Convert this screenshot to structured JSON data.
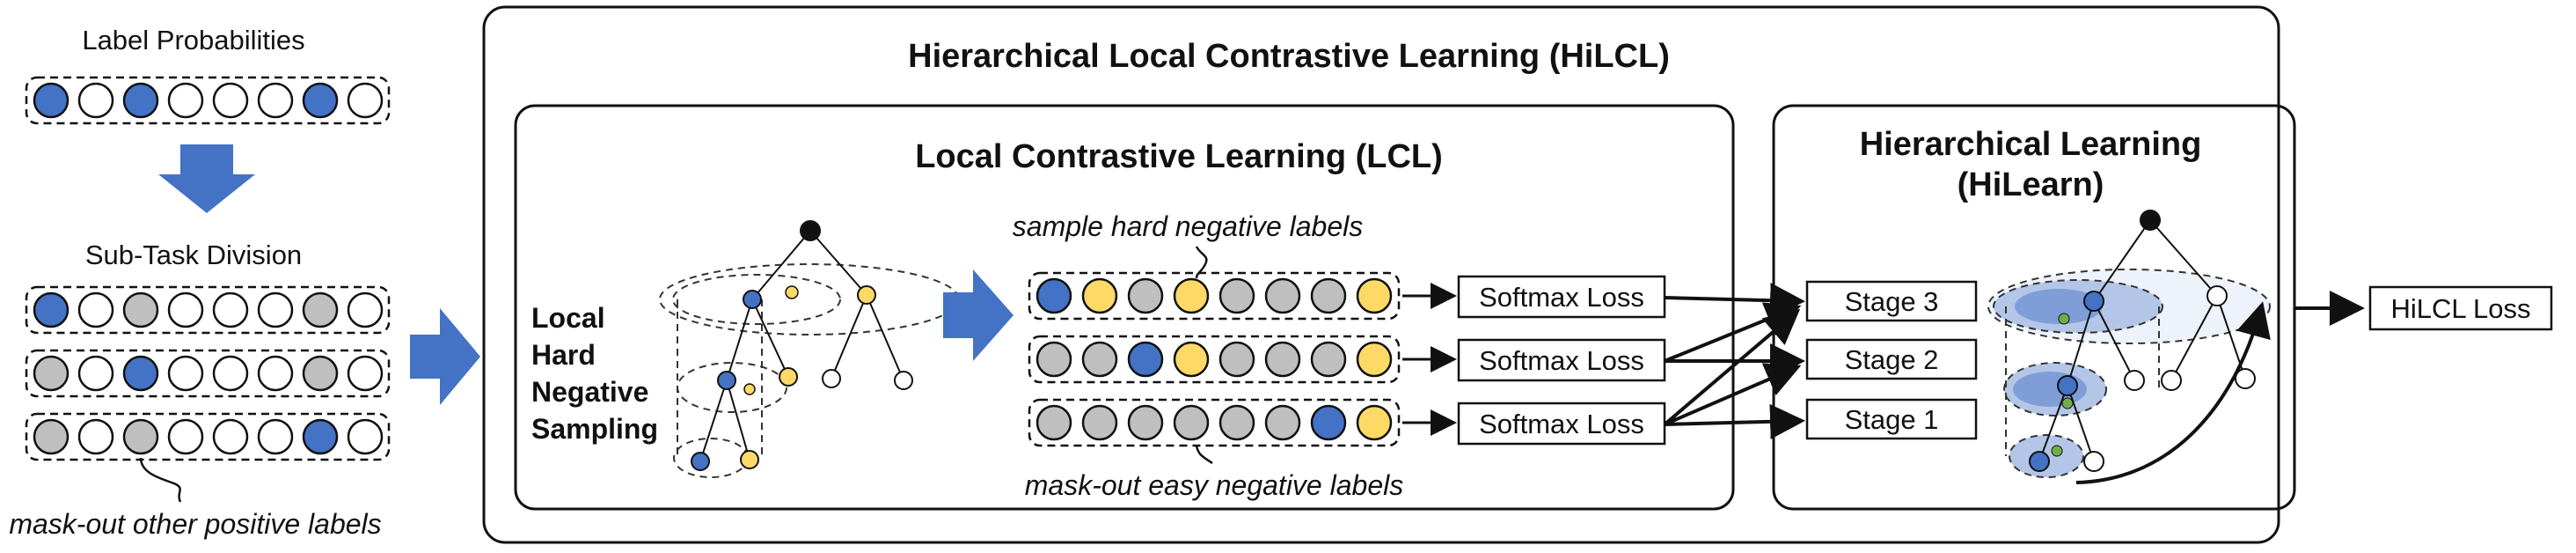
{
  "left": {
    "label_probabilities": "Label Probabilities",
    "sub_task_division": "Sub-Task Division",
    "mask_note": "mask-out other positive labels",
    "prob_row": [
      "blue",
      "white",
      "blue",
      "white",
      "white",
      "white",
      "blue",
      "white"
    ],
    "subtask_rows": [
      [
        "blue",
        "white",
        "gray",
        "white",
        "white",
        "white",
        "gray",
        "white"
      ],
      [
        "gray",
        "white",
        "blue",
        "white",
        "white",
        "white",
        "gray",
        "white"
      ],
      [
        "gray",
        "white",
        "gray",
        "white",
        "white",
        "white",
        "blue",
        "white"
      ]
    ]
  },
  "hilcl": {
    "title": "Hierarchical Local Contrastive Learning (HiLCL)",
    "lcl": {
      "title": "Local Contrastive Learning (LCL)",
      "sampling_lines": [
        "Local",
        "Hard",
        "Negative",
        "Sampling"
      ],
      "sample_note": "sample hard negative labels",
      "mask_note": "mask-out easy negative labels",
      "rows": [
        [
          "blue",
          "yellow",
          "gray",
          "yellow",
          "gray",
          "gray",
          "gray",
          "yellow"
        ],
        [
          "gray",
          "gray",
          "blue",
          "yellow",
          "gray",
          "gray",
          "gray",
          "yellow"
        ],
        [
          "gray",
          "gray",
          "gray",
          "gray",
          "gray",
          "gray",
          "blue",
          "yellow"
        ]
      ],
      "losses": [
        "Softmax Loss",
        "Softmax Loss",
        "Softmax Loss"
      ]
    },
    "hilearn": {
      "title_line1": "Hierarchical Learning",
      "title_line2": "(HiLearn)",
      "stages": [
        "Stage 3",
        "Stage 2",
        "Stage 1"
      ]
    }
  },
  "output": {
    "loss_label": "HiLCL Loss"
  },
  "colors": {
    "blue": "#4472c4",
    "yellow": "#ffd966",
    "gray": "#bfbfbf",
    "white": "#ffffff",
    "arrow_blue": "#4472c4",
    "node_dark": "#111111",
    "node_green": "#70ad47"
  }
}
